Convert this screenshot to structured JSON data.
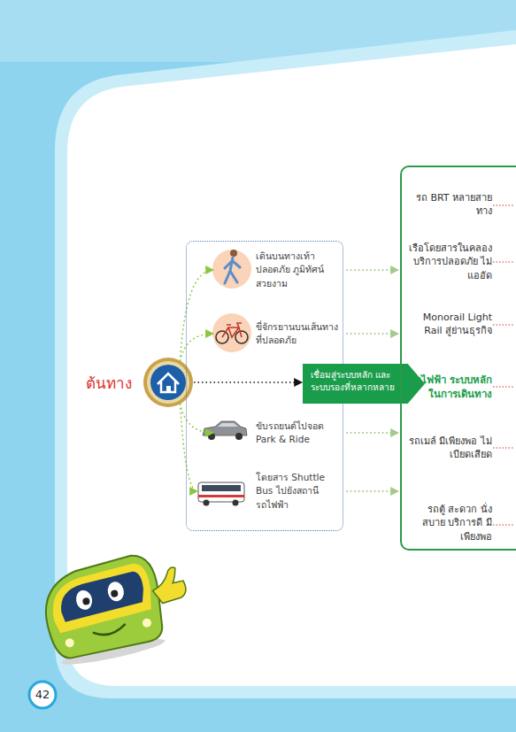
{
  "diagram": {
    "nodes": [
      {
        "text": [
          "ต้นทาง"
        ]
      },
      {
        "text": []
      },
      {
        "text": [
          "เดินบนทางเท้าปลอดภัย ภูมิทัศน์สวยงาม"
        ],
        "in": 1
      },
      {
        "text": [
          "ขี่จักรยานบนเส้นทาง ที่ปลอดภัย"
        ],
        "in": 1
      },
      {
        "text": [
          "ขับรถยนต์ไปจอด Park & Ride"
        ],
        "in": 1
      },
      {
        "text": [
          "โดยสาร Shuttle Bus ไปยังสถานีรถไฟฟ้า"
        ],
        "in": 1
      },
      {
        "text": [
          "เชื่อมสู่ระบบหลัก และระบบรองที่หลากหลาย"
        ]
      },
      {
        "text": []
      },
      {
        "text": [
          "รถ BRT หลายสายทาง"
        ],
        "in": 7
      },
      {
        "text": [
          "เรือโดยสารในคลอง บริการปลอดภัย ไม่แออัด"
        ],
        "in": 7
      },
      {
        "text": [
          "Monorail Light Rail สู่ย่านธุรกิจ"
        ],
        "in": 7
      },
      {
        "text": [
          "รถไฟฟ้า ระบบหลัก ในการเดินทาง"
        ],
        "in": 7
      },
      {
        "text": [
          "รถเมล์ มีเพียงพอ ไม่เบียดเสียด"
        ],
        "in": 7
      },
      {
        "text": [
          "รถตู้ สะดวก นั่งสบาย บริการดี มีเพียงพอ"
        ],
        "in": 7
      }
    ],
    "edges": [
      {
        "from": 0,
        "to": 2,
        "arrow": "to"
      },
      {
        "from": 0,
        "to": 3,
        "arrow": "to"
      },
      {
        "from": 0,
        "to": 6,
        "arrow": "to"
      },
      {
        "from": 0,
        "to": 4,
        "arrow": "to"
      },
      {
        "from": 0,
        "to": 5,
        "arrow": "to"
      },
      {
        "from": 2,
        "to": 7,
        "arrow": "to"
      },
      {
        "from": 3,
        "to": 7,
        "arrow": "to"
      },
      {
        "from": 4,
        "to": 7,
        "arrow": "to"
      },
      {
        "from": 5,
        "to": 7,
        "arrow": "to"
      }
    ],
    "labels": [
      "42"
    ]
  }
}
